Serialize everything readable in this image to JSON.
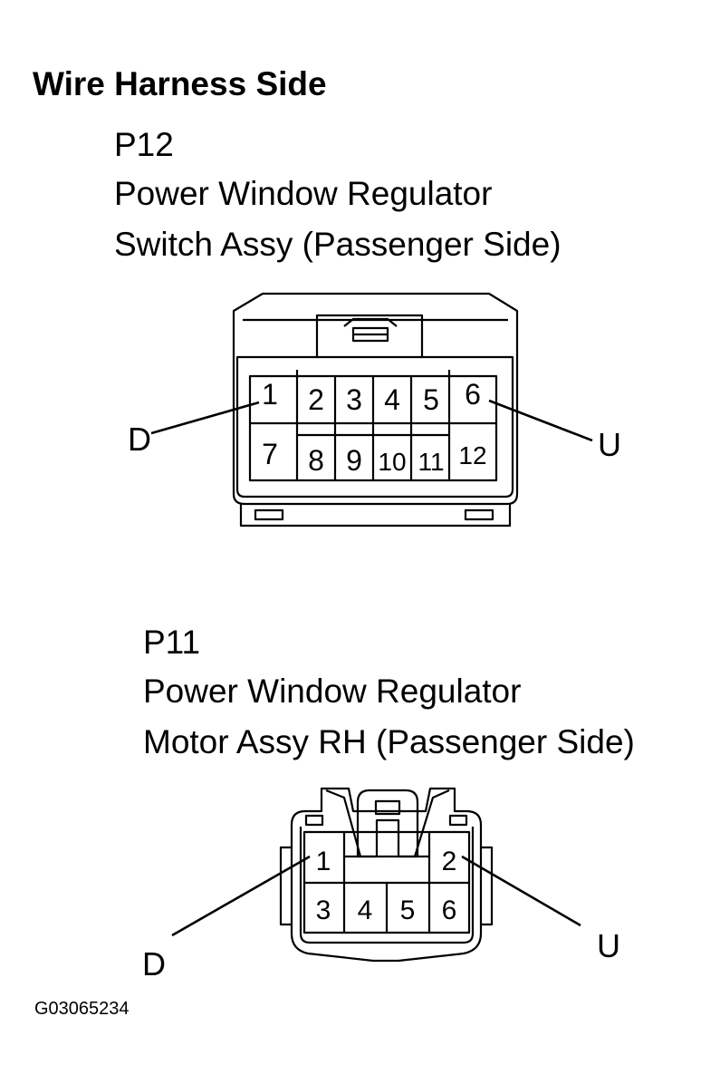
{
  "heading": "Wire Harness Side",
  "connector_p12": {
    "code": "P12",
    "name_line1": "Power Window Regulator",
    "name_line2": "Switch Assy (Passenger Side)",
    "pins": [
      "1",
      "2",
      "3",
      "4",
      "5",
      "6",
      "7",
      "8",
      "9",
      "10",
      "11",
      "12"
    ],
    "callout_left": "D",
    "callout_right": "U"
  },
  "connector_p11": {
    "code": "P11",
    "name_line1": "Power Window Regulator",
    "name_line2": "Motor Assy RH (Passenger Side)",
    "pins": [
      "1",
      "2",
      "3",
      "4",
      "5",
      "6"
    ],
    "callout_left": "D",
    "callout_right": "U"
  },
  "figure_code": "G03065234"
}
